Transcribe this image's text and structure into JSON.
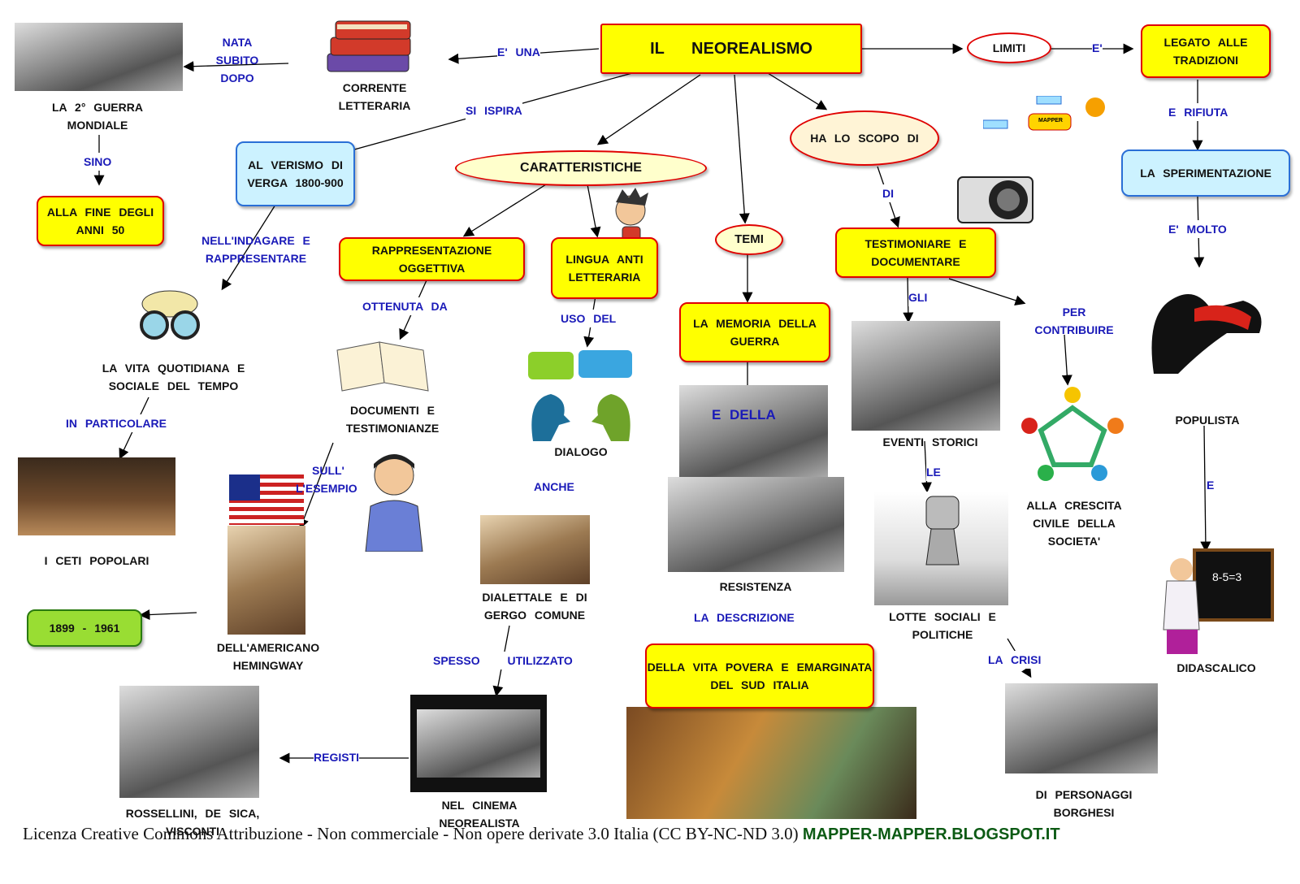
{
  "title": "IL NEOREALISMO",
  "nodes": {
    "corrente": "CORRENTE LETTERARIA",
    "guerra": "LA 2° GUERRA MONDIALE",
    "fine50": "ALLA FINE DEGLI ANNI 50",
    "verismo": "AL VERISMO DI VERGA 1800-900",
    "caratteristiche": "CARATTERISTICHE",
    "vita": "LA VITA QUOTIDIANA E SOCIALE DEL TEMPO",
    "ceti": "I CETI POPOLARI",
    "rappresentazione": "RAPPRESENTAZIONE OGGETTIVA",
    "documenti": "DOCUMENTI E TESTIMONIANZE",
    "hemingway": "DELL'AMERICANO HEMINGWAY",
    "date": "1899 - 1961",
    "lingua": "LINGUA ANTI LETTERARIA",
    "dialogo": "DIALOGO",
    "dialettale": "DIALETTALE E DI GERGO COMUNE",
    "cinema": "NEL CINEMA NEOREALISTA",
    "registi": "ROSSELLINI, DE SICA, VISCONTI",
    "temi": "TEMI",
    "memoria": "LA MEMORIA DELLA GUERRA",
    "resistenza": "RESISTENZA",
    "descrizione": "DELLA VITA POVERA E EMARGINATA DEL SUD ITALIA",
    "scopo": "HA LO SCOPO DI",
    "testimoniare": "TESTIMONIARE E DOCUMENTARE",
    "eventi": "EVENTI STORICI",
    "lotte": "LOTTE SOCIALI E POLITICHE",
    "borghesi": "DI PERSONAGGI BORGHESI",
    "crescita": "ALLA CRESCITA CIVILE DELLA SOCIETA'",
    "limiti": "LIMITI",
    "legato": "LEGATO ALLE TRADIZIONI",
    "sperimentazione": "LA SPERIMENTAZIONE",
    "populista": "POPULISTA",
    "didascalico": "DIDASCALICO",
    "mapper_badge": "MAPPER"
  },
  "links": {
    "e_una": "E' UNA",
    "nata": "NATA SUBITO DOPO",
    "sino": "SINO",
    "si_ispira": "SI ISPIRA",
    "nellindagare": "NELL'INDAGARE E RAPPRESENTARE",
    "in_particolare": "IN PARTICOLARE",
    "ottenuta": "OTTENUTA DA",
    "sull": "SULL'",
    "esempio": "L'ESEMPIO",
    "uso_del": "USO DEL",
    "anche": "ANCHE",
    "spesso": "SPESSO UTILIZZATO",
    "registi": "REGISTI",
    "e_della": "E DELLA",
    "la_descrizione": "LA DESCRIZIONE",
    "di": "DI",
    "gli": "GLI",
    "per": "PER CONTRIBUIRE",
    "le": "LE",
    "la_crisi": "LA CRISI",
    "e_apostrophe": "E'",
    "e_rifiuta": "E RIFIUTA",
    "e_molto": "E' MOLTO",
    "e": "E"
  },
  "footer": {
    "license": "Licenza Creative Commons Attribuzione - Non commerciale - Non opere derivate 3.0 Italia (CC BY-NC-ND 3.0)",
    "blog": "MAPPER-MAPPER.BLOGSPOT.IT"
  },
  "colors": {
    "node_fill": "#ffff00",
    "node_border": "#e00000",
    "link_text": "#1a1ab8",
    "blue_node": "#ccf2ff",
    "green_node": "#99dd33",
    "blog_text": "#0c5a14"
  },
  "icons": [
    "war-photo",
    "books-icon",
    "binoculars-icon",
    "painting",
    "open-book-icon",
    "us-flag-icon",
    "hemingway-portrait",
    "reporter-icon",
    "boy-icon",
    "speech-bubbles-icon",
    "women-photo",
    "film-strip",
    "director-photo",
    "barbed-wire-photo",
    "resistance-photo",
    "painting-poor",
    "camera-icon",
    "soldiers-photo",
    "fist-drawing",
    "people-circle-icon",
    "bourgeois-photo",
    "mapper-logo",
    "hand-drawing",
    "teacher-icon"
  ]
}
